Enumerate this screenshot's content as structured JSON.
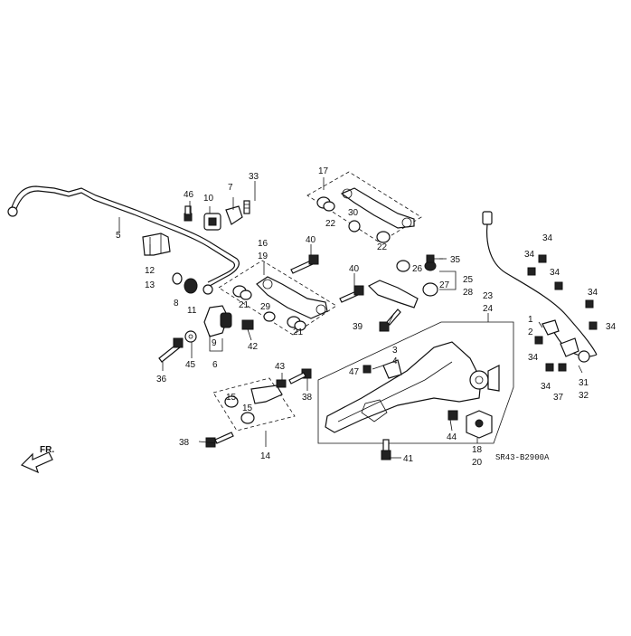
{
  "diagram": {
    "code": "SR43-B2900A",
    "direction": "FR.",
    "callouts": {
      "c1": "1",
      "c2": "2",
      "c3": "3",
      "c4": "4",
      "c5": "5",
      "c6": "6",
      "c7": "7",
      "c8": "8",
      "c9": "9",
      "c10": "10",
      "c11": "11",
      "c12": "12",
      "c13": "13",
      "c14": "14",
      "c15a": "15",
      "c15b": "15",
      "c16": "16",
      "c17": "17",
      "c18": "18",
      "c19": "19",
      "c20": "20",
      "c21a": "21",
      "c21b": "21",
      "c22a": "22",
      "c22b": "22",
      "c23": "23",
      "c24": "24",
      "c25": "25",
      "c26": "26",
      "c27": "27",
      "c28": "28",
      "c29": "29",
      "c30": "30",
      "c31": "31",
      "c32": "32",
      "c33": "33",
      "c34a": "34",
      "c34b": "34",
      "c34c": "34",
      "c34d": "34",
      "c34e": "34",
      "c34f": "34",
      "c34g": "34",
      "c35": "35",
      "c36": "36",
      "c37": "37",
      "c38a": "38",
      "c38b": "38",
      "c39": "39",
      "c40a": "40",
      "c40b": "40",
      "c41": "41",
      "c42": "42",
      "c43": "43",
      "c44": "44",
      "c45": "45",
      "c46": "46",
      "c47": "47"
    }
  }
}
